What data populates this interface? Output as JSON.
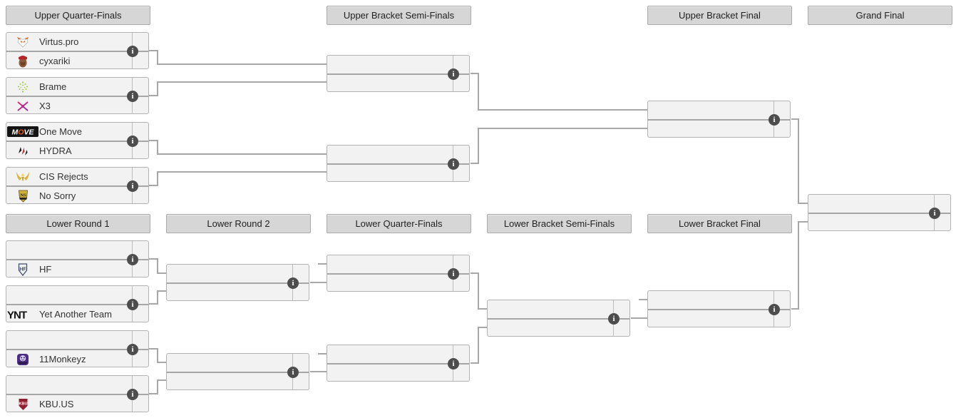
{
  "ui": {
    "info_glyph": "i"
  },
  "colors": {
    "line": "#a7a7a7",
    "match_bg": "#f2f2f2",
    "match_border": "#b3b3b3",
    "header_bg": "#d6d6d6",
    "header_border": "#a9a9a9",
    "text": "#333333",
    "info_bg": "#4d4d4d"
  },
  "headers": {
    "upper_quarter_finals": "Upper Quarter-Finals",
    "upper_bracket_semi_finals": "Upper Bracket Semi-Finals",
    "upper_bracket_final": "Upper Bracket Final",
    "grand_final": "Grand Final",
    "lower_round_1": "Lower Round 1",
    "lower_round_2": "Lower Round 2",
    "lower_quarter_finals": "Lower Quarter-Finals",
    "lower_bracket_semi_finals": "Lower Bracket Semi-Finals",
    "lower_bracket_final": "Lower Bracket Final"
  },
  "matches": {
    "uqf1": {
      "top": {
        "name": "Virtus.pro",
        "icon": "virtus-pro-icon"
      },
      "bottom": {
        "name": "cyxariki",
        "icon": "player-avatar-icon"
      }
    },
    "uqf2": {
      "top": {
        "name": "Brame",
        "icon": "brame-icon"
      },
      "bottom": {
        "name": "X3",
        "icon": "x3-icon"
      }
    },
    "uqf3": {
      "top": {
        "name": "One Move",
        "icon": "one-move-icon"
      },
      "bottom": {
        "name": "HYDRA",
        "icon": "hydra-icon"
      }
    },
    "uqf4": {
      "top": {
        "name": "CIS Rejects",
        "icon": "cis-rejects-icon"
      },
      "bottom": {
        "name": "No Sorry",
        "icon": "no-sorry-icon"
      }
    },
    "usf1": {
      "top": {
        "name": ""
      },
      "bottom": {
        "name": ""
      }
    },
    "usf2": {
      "top": {
        "name": ""
      },
      "bottom": {
        "name": ""
      }
    },
    "ubf": {
      "top": {
        "name": ""
      },
      "bottom": {
        "name": ""
      }
    },
    "gf": {
      "top": {
        "name": ""
      },
      "bottom": {
        "name": ""
      }
    },
    "lr1_1": {
      "top": {
        "name": ""
      },
      "bottom": {
        "name": "HF",
        "icon": "hf-icon"
      }
    },
    "lr1_2": {
      "top": {
        "name": ""
      },
      "bottom": {
        "name": "Yet Another Team",
        "icon": "ynt-icon"
      }
    },
    "lr1_3": {
      "top": {
        "name": ""
      },
      "bottom": {
        "name": "11Monkeyz",
        "icon": "11monkeyz-icon"
      }
    },
    "lr1_4": {
      "top": {
        "name": ""
      },
      "bottom": {
        "name": "KBU.US",
        "icon": "kbu-icon"
      }
    },
    "lr2_1": {
      "top": {
        "name": ""
      },
      "bottom": {
        "name": ""
      }
    },
    "lr2_2": {
      "top": {
        "name": ""
      },
      "bottom": {
        "name": ""
      }
    },
    "lqf1": {
      "top": {
        "name": ""
      },
      "bottom": {
        "name": ""
      }
    },
    "lqf2": {
      "top": {
        "name": ""
      },
      "bottom": {
        "name": ""
      }
    },
    "lsf": {
      "top": {
        "name": ""
      },
      "bottom": {
        "name": ""
      }
    },
    "lbf": {
      "top": {
        "name": ""
      },
      "bottom": {
        "name": ""
      }
    }
  }
}
